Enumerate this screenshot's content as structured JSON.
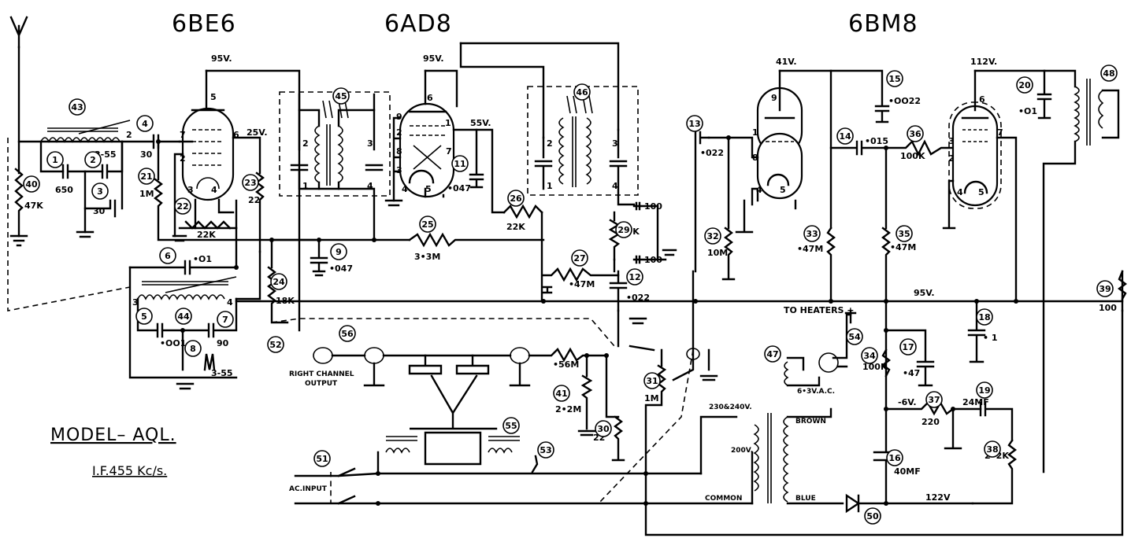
{
  "tubes": {
    "t1": "6BE6",
    "t2": "6AD8",
    "t3": "6BM8"
  },
  "model": {
    "title": "MODEL– AQL.",
    "if": "I.F.455 Kc/s."
  },
  "texts": {
    "v95a": "95V.",
    "v95b": "95V.",
    "v41": "41V.",
    "v112": "112V.",
    "v25": "25V.",
    "v55": "55V.",
    "v95c": "95V.",
    "v6": "-6V.",
    "v122": "122V",
    "r40": "47K",
    "c650": "650",
    "c355a": "3-55",
    "c30a": "30",
    "c30b": "30",
    "r1m": "1M",
    "r22k": "22K",
    "r22": "22",
    "c01a": "•O1",
    "c001": "•OO1",
    "c90": "90",
    "c355b": "3-55",
    "r18k": "18K",
    "c047a": "•047",
    "r33m": "3•3M",
    "c047b": "•047",
    "r22kb": "22K",
    "r47k": "47K",
    "r100a": "100",
    "r100b": "100",
    "r47ma": "•47M",
    "c022a": "•022",
    "c022b": "•022",
    "r10m": "10M",
    "r47mb": "•47M",
    "c015": "•015",
    "r100k": "100K",
    "r47mc": "•47M",
    "c0022": "•OO22",
    "c01b": "•O1",
    "r100c": "100",
    "heaters": "TO HEATERS +",
    "c1": "• 1",
    "r100kb": "100K",
    "c47": "•47",
    "lamp": "6•3V.A.C.",
    "r220": "220",
    "c24mf": "24MF",
    "r22kc": "2•2K",
    "c40mf": "40MF",
    "r56m": "•56M",
    "r22m": "2•2M",
    "r22b": "22",
    "r1mb": "1M",
    "right_channel": "RIGHT CHANNEL",
    "output": "OUTPUT",
    "acinput": "AC.INPUT",
    "tap": "230&240V.",
    "tap200": "200V.",
    "brown": "BROWN",
    "blue": "BLUE",
    "common": "COMMON"
  },
  "callouts": [
    "1",
    "2",
    "3",
    "4",
    "5",
    "6",
    "7",
    "8",
    "9",
    "11",
    "12",
    "13",
    "14",
    "15",
    "16",
    "17",
    "18",
    "19",
    "20",
    "21",
    "22",
    "23",
    "24",
    "25",
    "26",
    "27",
    "29",
    "30",
    "31",
    "32",
    "33",
    "34",
    "35",
    "36",
    "37",
    "38",
    "39",
    "40",
    "41",
    "43",
    "44",
    "45",
    "46",
    "47",
    "48",
    "50",
    "51",
    "52",
    "53",
    "54",
    "55",
    "56"
  ]
}
